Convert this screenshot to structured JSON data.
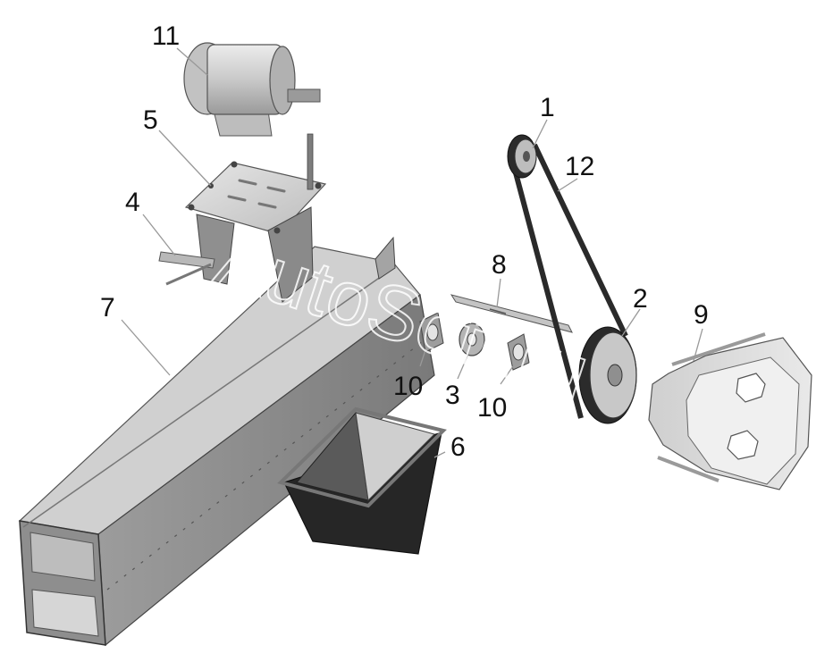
{
  "callouts": [
    {
      "id": "1",
      "text": "1"
    },
    {
      "id": "2",
      "text": "2"
    },
    {
      "id": "3",
      "text": "3"
    },
    {
      "id": "4",
      "text": "4"
    },
    {
      "id": "5",
      "text": "5"
    },
    {
      "id": "6",
      "text": "6"
    },
    {
      "id": "7",
      "text": "7"
    },
    {
      "id": "8",
      "text": "8"
    },
    {
      "id": "9",
      "text": "9"
    },
    {
      "id": "10a",
      "text": "10"
    },
    {
      "id": "10b",
      "text": "10"
    },
    {
      "id": "11",
      "text": "11"
    },
    {
      "id": "12",
      "text": "12"
    }
  ],
  "watermark": "AutoSoft.ru",
  "colors": {
    "metal_light": "#d4d4d4",
    "metal_mid": "#a9a9a9",
    "metal_dark": "#6f6f6f",
    "hopper_dark": "#262626",
    "belt": "#2a2a2a",
    "leader": "#999999"
  }
}
